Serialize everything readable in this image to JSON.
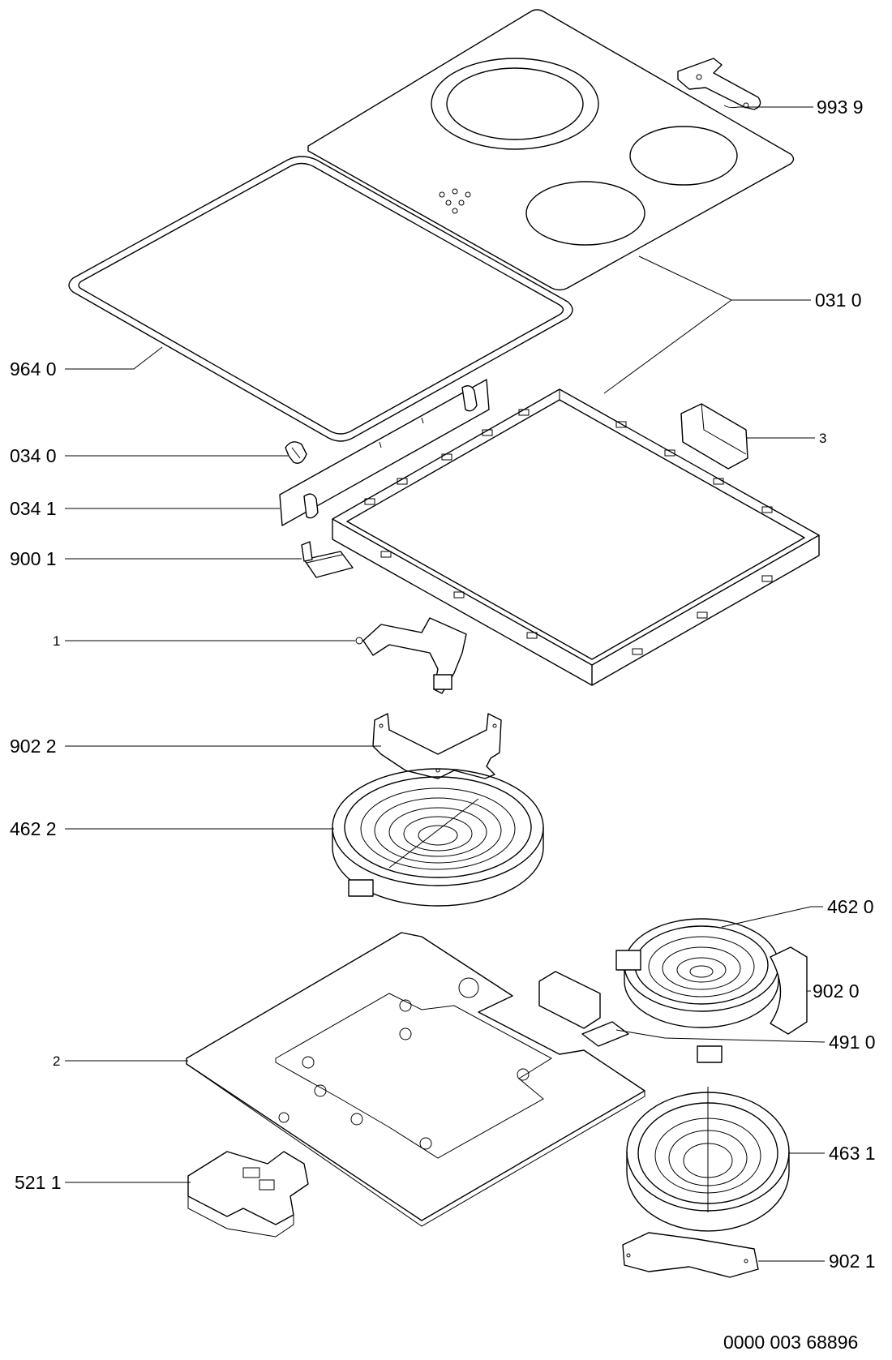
{
  "labels": {
    "p9939": "993 9",
    "p0310": "031 0",
    "p9640": "964 0",
    "p0340": "034 0",
    "p3": "3",
    "p0341": "034 1",
    "p9001": "900 1",
    "p1": "1",
    "p9022": "902 2",
    "p4622": "462 2",
    "p4620": "462 0",
    "p9020": "902 0",
    "p4910": "491 0",
    "p2": "2",
    "p4631": "463 1",
    "p5211": "521 1",
    "p9021": "902 1"
  },
  "doc_number": "0000 003 68896"
}
